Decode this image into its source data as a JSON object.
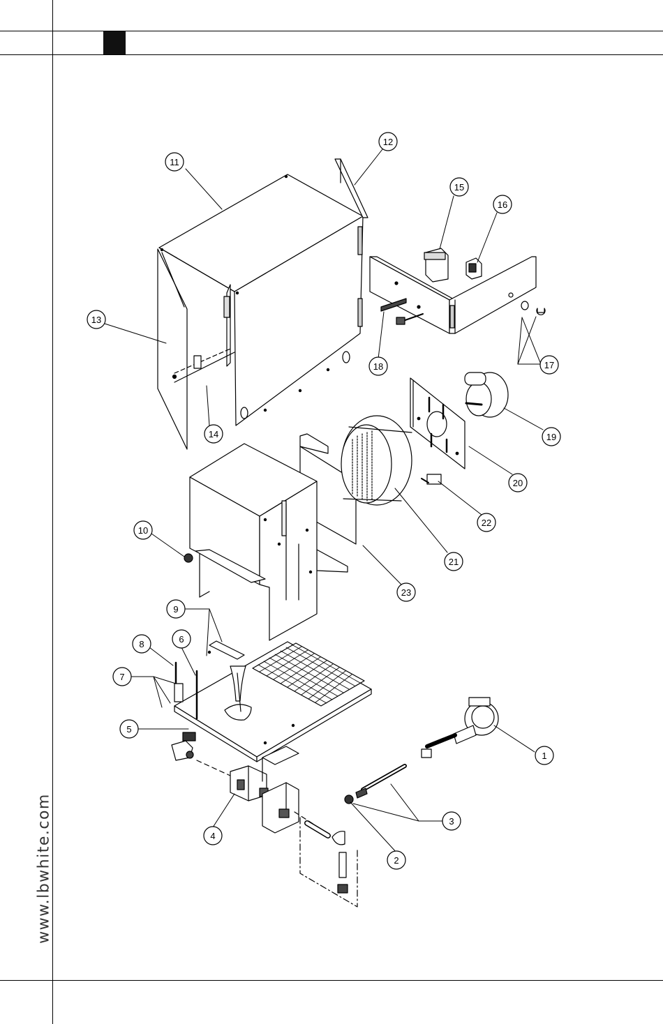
{
  "sidebar": {
    "url": "www.lbwhite.com"
  },
  "callouts": [
    {
      "label": "1"
    },
    {
      "label": "2"
    },
    {
      "label": "3"
    },
    {
      "label": "4"
    },
    {
      "label": "5"
    },
    {
      "label": "6"
    },
    {
      "label": "7"
    },
    {
      "label": "8"
    },
    {
      "label": "9"
    },
    {
      "label": "10"
    },
    {
      "label": "11"
    },
    {
      "label": "12"
    },
    {
      "label": "13"
    },
    {
      "label": "14"
    },
    {
      "label": "15"
    },
    {
      "label": "16"
    },
    {
      "label": "17"
    },
    {
      "label": "18"
    },
    {
      "label": "19"
    },
    {
      "label": "20"
    },
    {
      "label": "21"
    },
    {
      "label": "22"
    },
    {
      "label": "23"
    }
  ]
}
